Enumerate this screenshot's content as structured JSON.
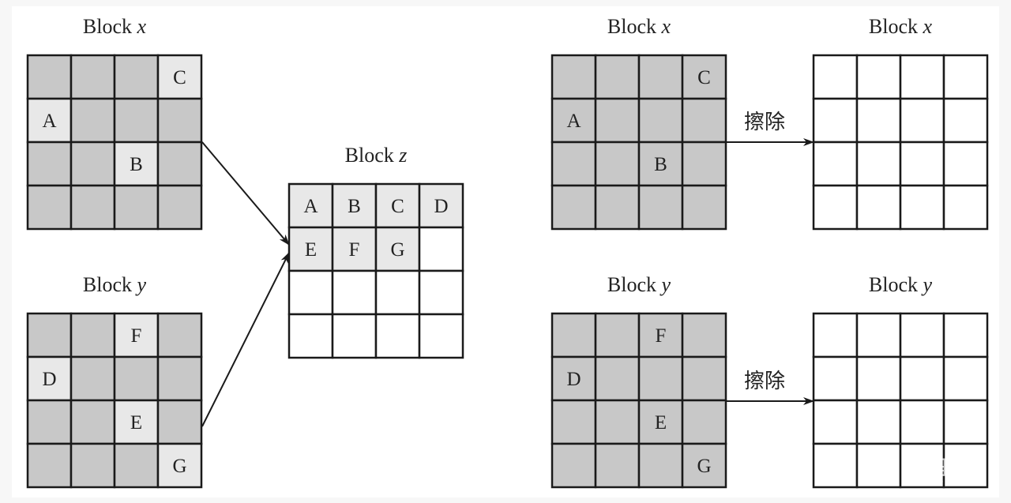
{
  "colors": {
    "shaded": "#c8c8c8",
    "highlight": "#e8e8e8",
    "empty": "#ffffff",
    "line": "#1a1a1a"
  },
  "blocks": [
    {
      "id": "left-x",
      "name": "Block",
      "var": "x",
      "cells": [
        [
          "s",
          "s",
          "s",
          "C"
        ],
        [
          "A",
          "s",
          "s",
          "s"
        ],
        [
          "s",
          "s",
          "B",
          "s"
        ],
        [
          "s",
          "s",
          "s",
          "s"
        ]
      ]
    },
    {
      "id": "left-y",
      "name": "Block",
      "var": "y",
      "cells": [
        [
          "s",
          "s",
          "F",
          "s"
        ],
        [
          "D",
          "s",
          "s",
          "s"
        ],
        [
          "s",
          "s",
          "E",
          "s"
        ],
        [
          "s",
          "s",
          "s",
          "G"
        ]
      ]
    },
    {
      "id": "z",
      "name": "Block",
      "var": "z",
      "cells": [
        [
          "A",
          "B",
          "C",
          "D"
        ],
        [
          "E",
          "F",
          "G",
          "e"
        ],
        [
          "e",
          "e",
          "e",
          "e"
        ],
        [
          "e",
          "e",
          "e",
          "e"
        ]
      ]
    },
    {
      "id": "right-x",
      "name": "Block",
      "var": "x",
      "cells": [
        [
          "s",
          "s",
          "s",
          "C"
        ],
        [
          "A",
          "s",
          "s",
          "s"
        ],
        [
          "s",
          "s",
          "B",
          "s"
        ],
        [
          "s",
          "s",
          "s",
          "s"
        ]
      ],
      "letters_on_shaded": true
    },
    {
      "id": "right-y",
      "name": "Block",
      "var": "y",
      "cells": [
        [
          "s",
          "s",
          "F",
          "s"
        ],
        [
          "D",
          "s",
          "s",
          "s"
        ],
        [
          "s",
          "s",
          "E",
          "s"
        ],
        [
          "s",
          "s",
          "s",
          "G"
        ]
      ],
      "letters_on_shaded": true
    },
    {
      "id": "erased-x",
      "name": "Block",
      "var": "x",
      "cells": [
        [
          "e",
          "e",
          "e",
          "e"
        ],
        [
          "e",
          "e",
          "e",
          "e"
        ],
        [
          "e",
          "e",
          "e",
          "e"
        ],
        [
          "e",
          "e",
          "e",
          "e"
        ]
      ]
    },
    {
      "id": "erased-y",
      "name": "Block",
      "var": "y",
      "cells": [
        [
          "e",
          "e",
          "e",
          "e"
        ],
        [
          "e",
          "e",
          "e",
          "e"
        ],
        [
          "e",
          "e",
          "e",
          "e"
        ],
        [
          "e",
          "e",
          "e",
          "e"
        ]
      ]
    }
  ],
  "erase_label": "擦除",
  "watermark": "小黑盒"
}
